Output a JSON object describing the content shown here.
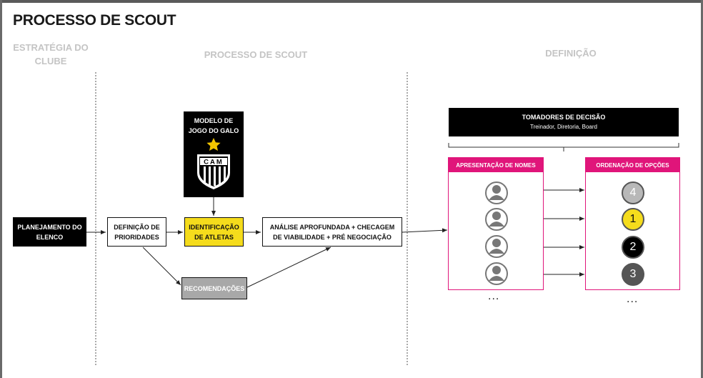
{
  "title": "PROCESSO DE SCOUT",
  "sections": {
    "left": "ESTRATÉGIA DO CLUBE",
    "middle": "PROCESSO DE SCOUT",
    "right": "DEFINIÇÃO"
  },
  "boxes": {
    "planejamento": "PLANEJAMENTO DO ELENCO",
    "definicao": "DEFINIÇÃO DE PRIORIDADES",
    "identificacao": "IDENTIFICAÇÃO DE ATLETAS",
    "analise": "ANÁLISE APROFUNDADA + CHECAGEM DE VIABILIDADE + PRÉ NEGOCIAÇÃO",
    "recomendacoes": "RECOMENDAÇÕES",
    "modelo": "MODELO DE JOGO DO GALO",
    "crest_letters": "CAM"
  },
  "tomadores": {
    "title": "TOMADORES DE DECISÃO",
    "subtitle": "Treinador, Diretoria, Board"
  },
  "nomes_panel": {
    "header": "APRESENTAÇÃO DE NOMES",
    "ellipsis": "..."
  },
  "opcoes_panel": {
    "header": "ORDENAÇÃO DE OPÇÕES",
    "ellipsis": "...",
    "options": [
      {
        "label": "4",
        "fill": "#b8b8b8",
        "text": "#ffffff"
      },
      {
        "label": "1",
        "fill": "#f5dc1c",
        "text": "#111111"
      },
      {
        "label": "2",
        "fill": "#000000",
        "text": "#ffffff"
      },
      {
        "label": "3",
        "fill": "#555555",
        "text": "#ffffff"
      }
    ]
  },
  "colors": {
    "accent_pink": "#e0157a",
    "highlight_yellow": "#f5dc1c",
    "star_gold": "#f2c500"
  }
}
